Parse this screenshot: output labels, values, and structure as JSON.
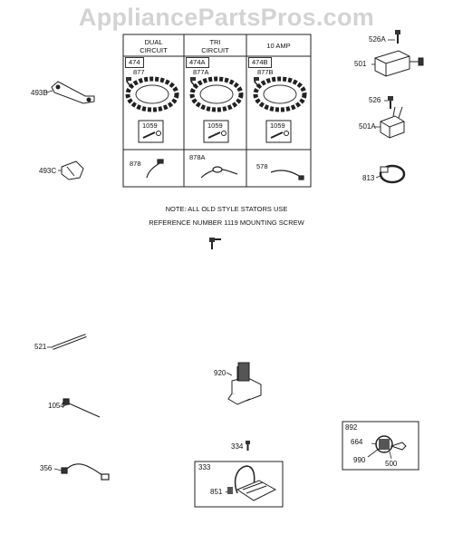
{
  "watermark": "AppliancePartsPros.com",
  "table": {
    "headers": [
      {
        "line1": "DUAL",
        "line2": "CIRCUIT"
      },
      {
        "line1": "TRI",
        "line2": "CIRCUIT"
      },
      {
        "line1": "10 AMP",
        "line2": ""
      }
    ],
    "row_ids": [
      "474",
      "474A",
      "474B"
    ],
    "stators": [
      "877",
      "877A",
      "877B"
    ],
    "screws": [
      "1059",
      "1059",
      "1059"
    ],
    "harness": [
      "878",
      "878A",
      "578"
    ]
  },
  "note": {
    "line1": "NOTE: ALL OLD STYLE STATORS USE",
    "line2": "REFERENCE NUMBER 1119   MOUNTING SCREW"
  },
  "parts": {
    "p526A": "526A",
    "p501": "501",
    "p526": "526",
    "p501A": "501A",
    "p813": "813",
    "p493B": "493B",
    "p493C": "493C",
    "p521": "521",
    "p1054": "1054",
    "p356": "356",
    "p920": "920",
    "p334": "334",
    "p333": "333",
    "p851": "851",
    "p892": "892",
    "p664": "664",
    "p990": "990",
    "p500": "500"
  }
}
